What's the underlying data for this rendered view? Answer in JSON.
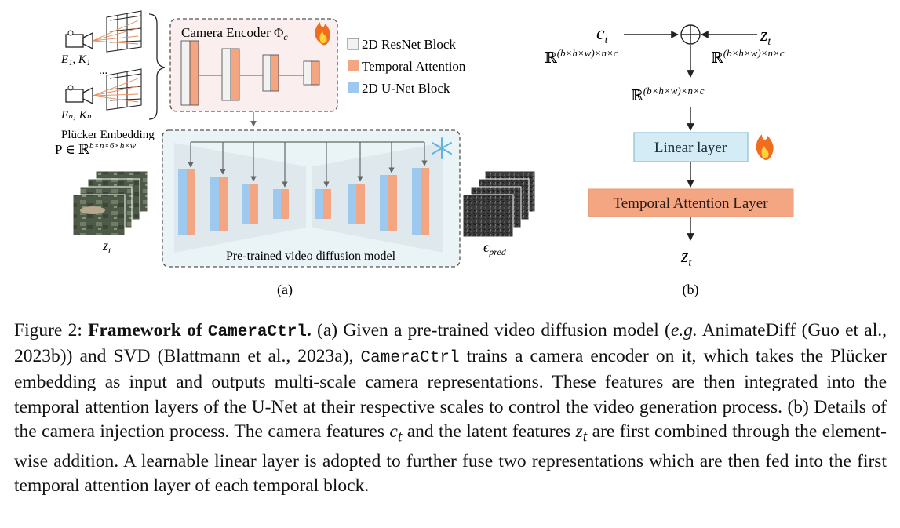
{
  "panel_a": {
    "camera_encoder_label": "Camera Encoder Φ",
    "camera_encoder_sub": "c",
    "legend": [
      {
        "label": "2D ResNet Block",
        "color": "#f2f2f2"
      },
      {
        "label": "Temporal Attention",
        "color": "#f4a582"
      },
      {
        "label": "2D U-Net Block",
        "color": "#9ec9ee"
      }
    ],
    "camera_top_label": "E₁, K₁",
    "camera_bottom_label": "Eₙ, Kₙ",
    "ellipsis": "...",
    "plucker_label": "Plücker  Embedding",
    "plucker_math": "P ∈ ℝ",
    "plucker_sup": "b×n×6×h×w",
    "zt_label": "z",
    "zt_sub": "t",
    "eps_label": "ϵ",
    "eps_sub": "pred",
    "unet_label": "Pre-trained video diffusion model",
    "caption": "(a)"
  },
  "panel_b": {
    "ct_label": "c",
    "ct_sub": "t",
    "zt_label": "z",
    "zt_sub": "t",
    "dim_left": "ℝ",
    "dim_left_sup": "(b×h×w)×n×c",
    "dim_right": "ℝ",
    "dim_right_sup": "(b×h×w)×n×c",
    "dim_mid": "ℝ",
    "dim_mid_sup": "(b×h×w)×n×c",
    "linear_label": "Linear layer",
    "temporal_label": "Temporal Attention Layer",
    "out_label": "z",
    "out_sub": "t",
    "caption": "(b)"
  },
  "caption": {
    "prefix": "Figure 2: ",
    "title_bold": "Framework of ",
    "title_mono": "CameraCtrl",
    "title_end": ".",
    "s1": " (a) Given a pre-trained video diffusion model (",
    "eg": "e.g.",
    "s2": " AnimateDiff (Guo et al., 2023b)) and SVD (Blattmann et al., 2023a), ",
    "mono2": "CameraCtrl",
    "s3": " trains a camera encoder on it, which takes the Plücker embedding as input and outputs multi-scale camera representations. These features are then integrated into the temporal attention layers of the U-Net at their respective scales to control the video generation process. (b) Details of the camera injection process. The camera features ",
    "ct": "c",
    "ct_sub": "t",
    "s4": " and the latent features ",
    "zt": "z",
    "zt_sub": "t",
    "s5": " are first combined through the element-wise addition. A learnable linear layer is adopted to further fuse two representations which are then fed into the first temporal attention layer of each temporal block."
  },
  "colors": {
    "resnet": "#f2f2f2",
    "temporal": "#f4a582",
    "unet": "#9ec9ee",
    "encoder_bg": "#fbeeee",
    "unet_bg": "#eaf4f7",
    "linear_fill": "#d4ecf6",
    "temporal_fill": "#f4a582"
  },
  "icons": [
    "camera-icon",
    "fire-icon",
    "snowflake-icon",
    "noise-frames",
    "video-frames"
  ]
}
